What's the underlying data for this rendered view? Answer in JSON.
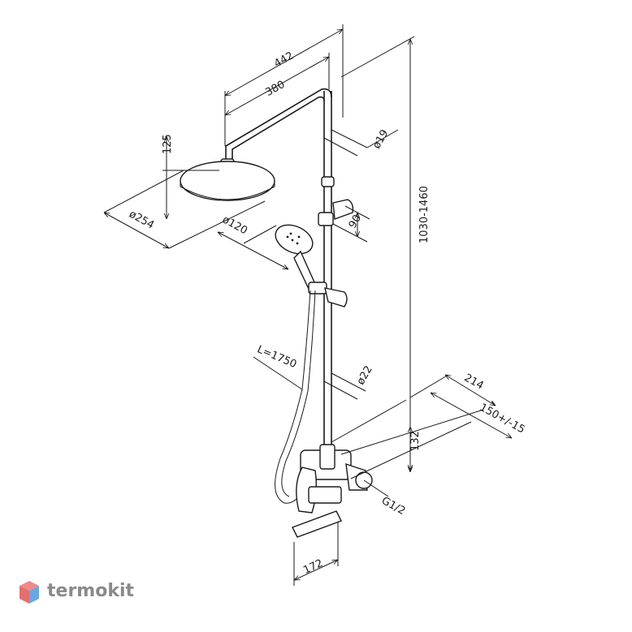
{
  "dimensions": {
    "total_width": "442",
    "arm_length": "380",
    "pipe_upper": "ø19",
    "head_height": "125",
    "overhead_diameter": "ø254",
    "hand_diameter": "ø120",
    "slider_offset": "90",
    "height_range": "1030-1460",
    "hose_length": "L=1750",
    "pipe_lower": "ø22",
    "depth": "214",
    "centers": "150+/-15",
    "mixer_height": "132",
    "thread": "G1/2",
    "spout_length": "172"
  },
  "brand": {
    "name": "termokit",
    "logo_colors": [
      "#f08a8a",
      "#6aa7e0"
    ]
  }
}
